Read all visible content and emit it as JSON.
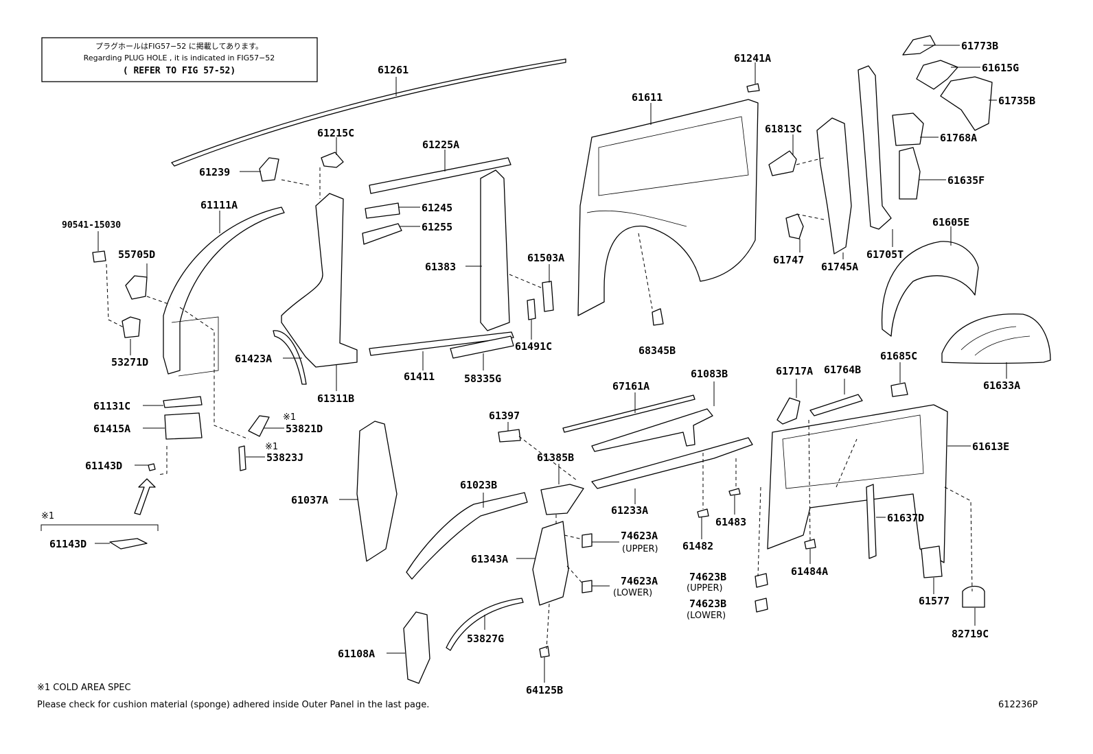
{
  "note": {
    "line1": "プラグホールはFIG57−52 に掲載してあります。",
    "line2": "Regarding PLUG HOLE , it is indicated in FIG57−52",
    "line3": "( REFER TO FIG 57-52)"
  },
  "parts": {
    "p61261": "61261",
    "p61241A": "61241A",
    "p61773B": "61773B",
    "p61615G": "61615G",
    "p61735B": "61735B",
    "p61768A": "61768A",
    "p61635F": "61635F",
    "p61611": "61611",
    "p61813C": "61813C",
    "p61215C": "61215C",
    "p61225A": "61225A",
    "p61239": "61239",
    "p61245": "61245",
    "p61255": "61255",
    "p61111A": "61111A",
    "p90541": "90541-15030",
    "p55705D": "55705D",
    "p53271D": "53271D",
    "p61383": "61383",
    "p61503A": "61503A",
    "p61491C": "61491C",
    "p61423A": "61423A",
    "p61311B": "61311B",
    "p61411": "61411",
    "p58335G": "58335G",
    "p68345B": "68345B",
    "p61747": "61747",
    "p61745A": "61745A",
    "p61705T": "61705T",
    "p61605E": "61605E",
    "p61633A": "61633A",
    "p61685C": "61685C",
    "p61717A": "61717A",
    "p61764B": "61764B",
    "p61613E": "61613E",
    "p67161A": "67161A",
    "p61083B": "61083B",
    "p61131C": "61131C",
    "p61415A": "61415A",
    "p61143D_a": "61143D",
    "p53821D": "53821D",
    "p53823J": "53823J",
    "p61397": "61397",
    "p61385B": "61385B",
    "p61037A": "61037A",
    "p61023B": "61023B",
    "p61233A": "61233A",
    "p61483": "61483",
    "p61482": "61482",
    "p61637D": "61637D",
    "p61343A": "61343A",
    "p74623A_u": "74623A",
    "p74623A_u_sub": "(UPPER)",
    "p74623A_l": "74623A",
    "p74623A_l_sub": "(LOWER)",
    "p74623B_u": "74623B",
    "p74623B_u_sub": "(UPPER)",
    "p74623B_l": "74623B",
    "p74623B_l_sub": "(LOWER)",
    "p61484A": "61484A",
    "p61577": "61577",
    "p82719C": "82719C",
    "p61143D_b": "61143D",
    "p61108A": "61108A",
    "p53827G": "53827G",
    "p64125B": "64125B"
  },
  "marks": {
    "cold1": "※1",
    "cold2": "※1",
    "cold3": "※1"
  },
  "footer": {
    "legend": "※1 COLD AREA SPEC",
    "message": "Please check for cushion material (sponge) adhered inside Outer Panel in the last page.",
    "fig_id": "612236P"
  }
}
